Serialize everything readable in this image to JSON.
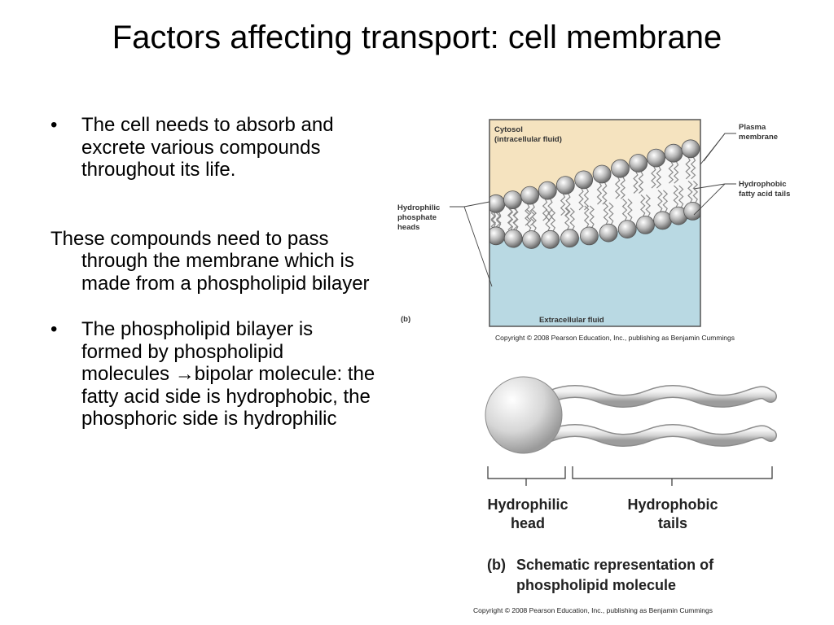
{
  "slide": {
    "title": "Factors affecting transport: cell membrane",
    "bullet_marker": "•",
    "bullet1": "The cell needs to absorb and excrete various compounds throughout its life.",
    "para": "These compounds need to pass through the membrane which is made from a phospholipid bilayer",
    "bullet2_before": "The phospholipid bilayer is formed by phospholipid molecules ",
    "arrow": "→",
    "bullet2_after": "bipolar molecule: the fatty acid side is hydrophobic, the phosphoric side is hydrophilic"
  },
  "figure1": {
    "cytosol_line1": "Cytosol",
    "cytosol_line2": "(intracellular fluid)",
    "extracellular": "Extracellular fluid",
    "panel_label": "(b)",
    "plasma_line1": "Plasma",
    "plasma_line2": "membrane",
    "tails_line1": "Hydrophobic",
    "tails_line2": "fatty acid tails",
    "heads_line1": "Hydrophilic",
    "heads_line2": "phosphate",
    "heads_line3": "heads",
    "copyright": "Copyright © 2008 Pearson Education, Inc., publishing as Benjamin Cummings",
    "colors": {
      "cytosol": "#f5e3bf",
      "extracellular": "#b9d9e3"
    }
  },
  "figure2": {
    "head_line1": "Hydrophilic",
    "head_line2": "head",
    "tails_line1": "Hydrophobic",
    "tails_line2": "tails",
    "caption_label": "(b)",
    "caption_line1": "Schematic representation of",
    "caption_line2": "phospholipid molecule",
    "copyright": "Copyright © 2008 Pearson Education, Inc., publishing as Benjamin Cummings"
  }
}
